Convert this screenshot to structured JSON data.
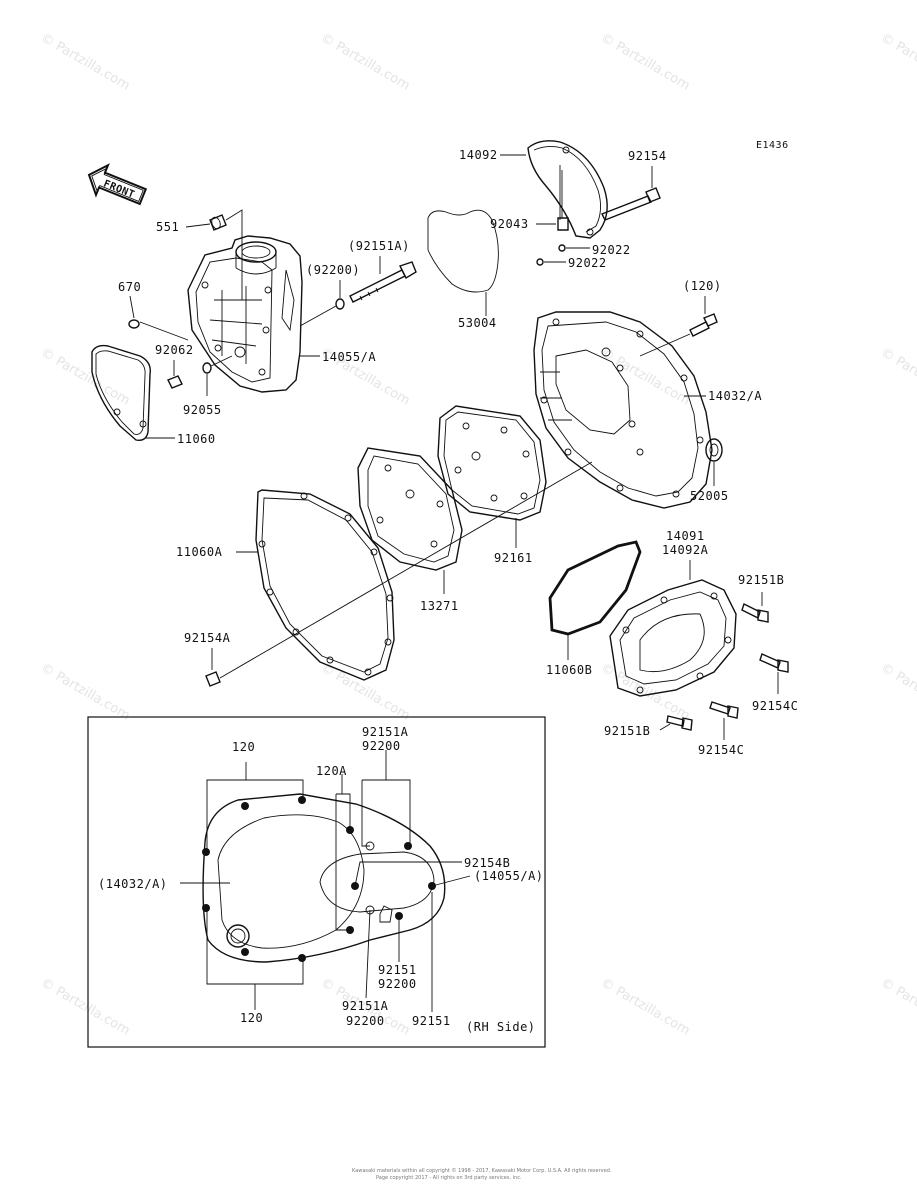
{
  "diagram_id": "E1436",
  "front_arrow": "FRONT",
  "watermark": "© Partzilla.com",
  "inset_caption": "(RH Side)",
  "labels": {
    "l551": "551",
    "l670": "670",
    "l92062": "92062",
    "l92055": "92055",
    "l11060": "11060",
    "l14055A": "14055/A",
    "l92200p": "(92200)",
    "l92151Ap": "(92151A)",
    "l14092": "14092",
    "l92154": "92154",
    "l92043": "92043",
    "l92022a": "92022",
    "l92022b": "92022",
    "l53004": "53004",
    "l120p": "(120)",
    "l14032A": "14032/A",
    "l52005": "52005",
    "l92161": "92161",
    "l11060A": "11060A",
    "l13271": "13271",
    "l92154A": "92154A",
    "l14091": "14091",
    "l14092A": "14092A",
    "l92151B_a": "92151B",
    "l11060B": "11060B",
    "l92154C_a": "92154C",
    "l92151B_b": "92151B",
    "l92154C_b": "92154C"
  },
  "inset_labels": {
    "i120_top": "120",
    "i92151A_top": "92151A",
    "i92200_top": "92200",
    "i120A": "120A",
    "i92154B": "92154B",
    "i14032A": "(14032/A)",
    "i14055A": "(14055/A)",
    "i92151_mid": "92151",
    "i92200_mid": "92200",
    "i92151A_bot": "92151A",
    "i92200_bot": "92200",
    "i92151_bot": "92151",
    "i120_bot": "120"
  },
  "footer": {
    "line1": "Kawasaki materials within all copyright © 1998 - 2017, Kawasaki Motor Corp. U.S.A. All rights reserved.",
    "line2": "Page copyright 2017 - All rights on 3rd party services, inc."
  }
}
